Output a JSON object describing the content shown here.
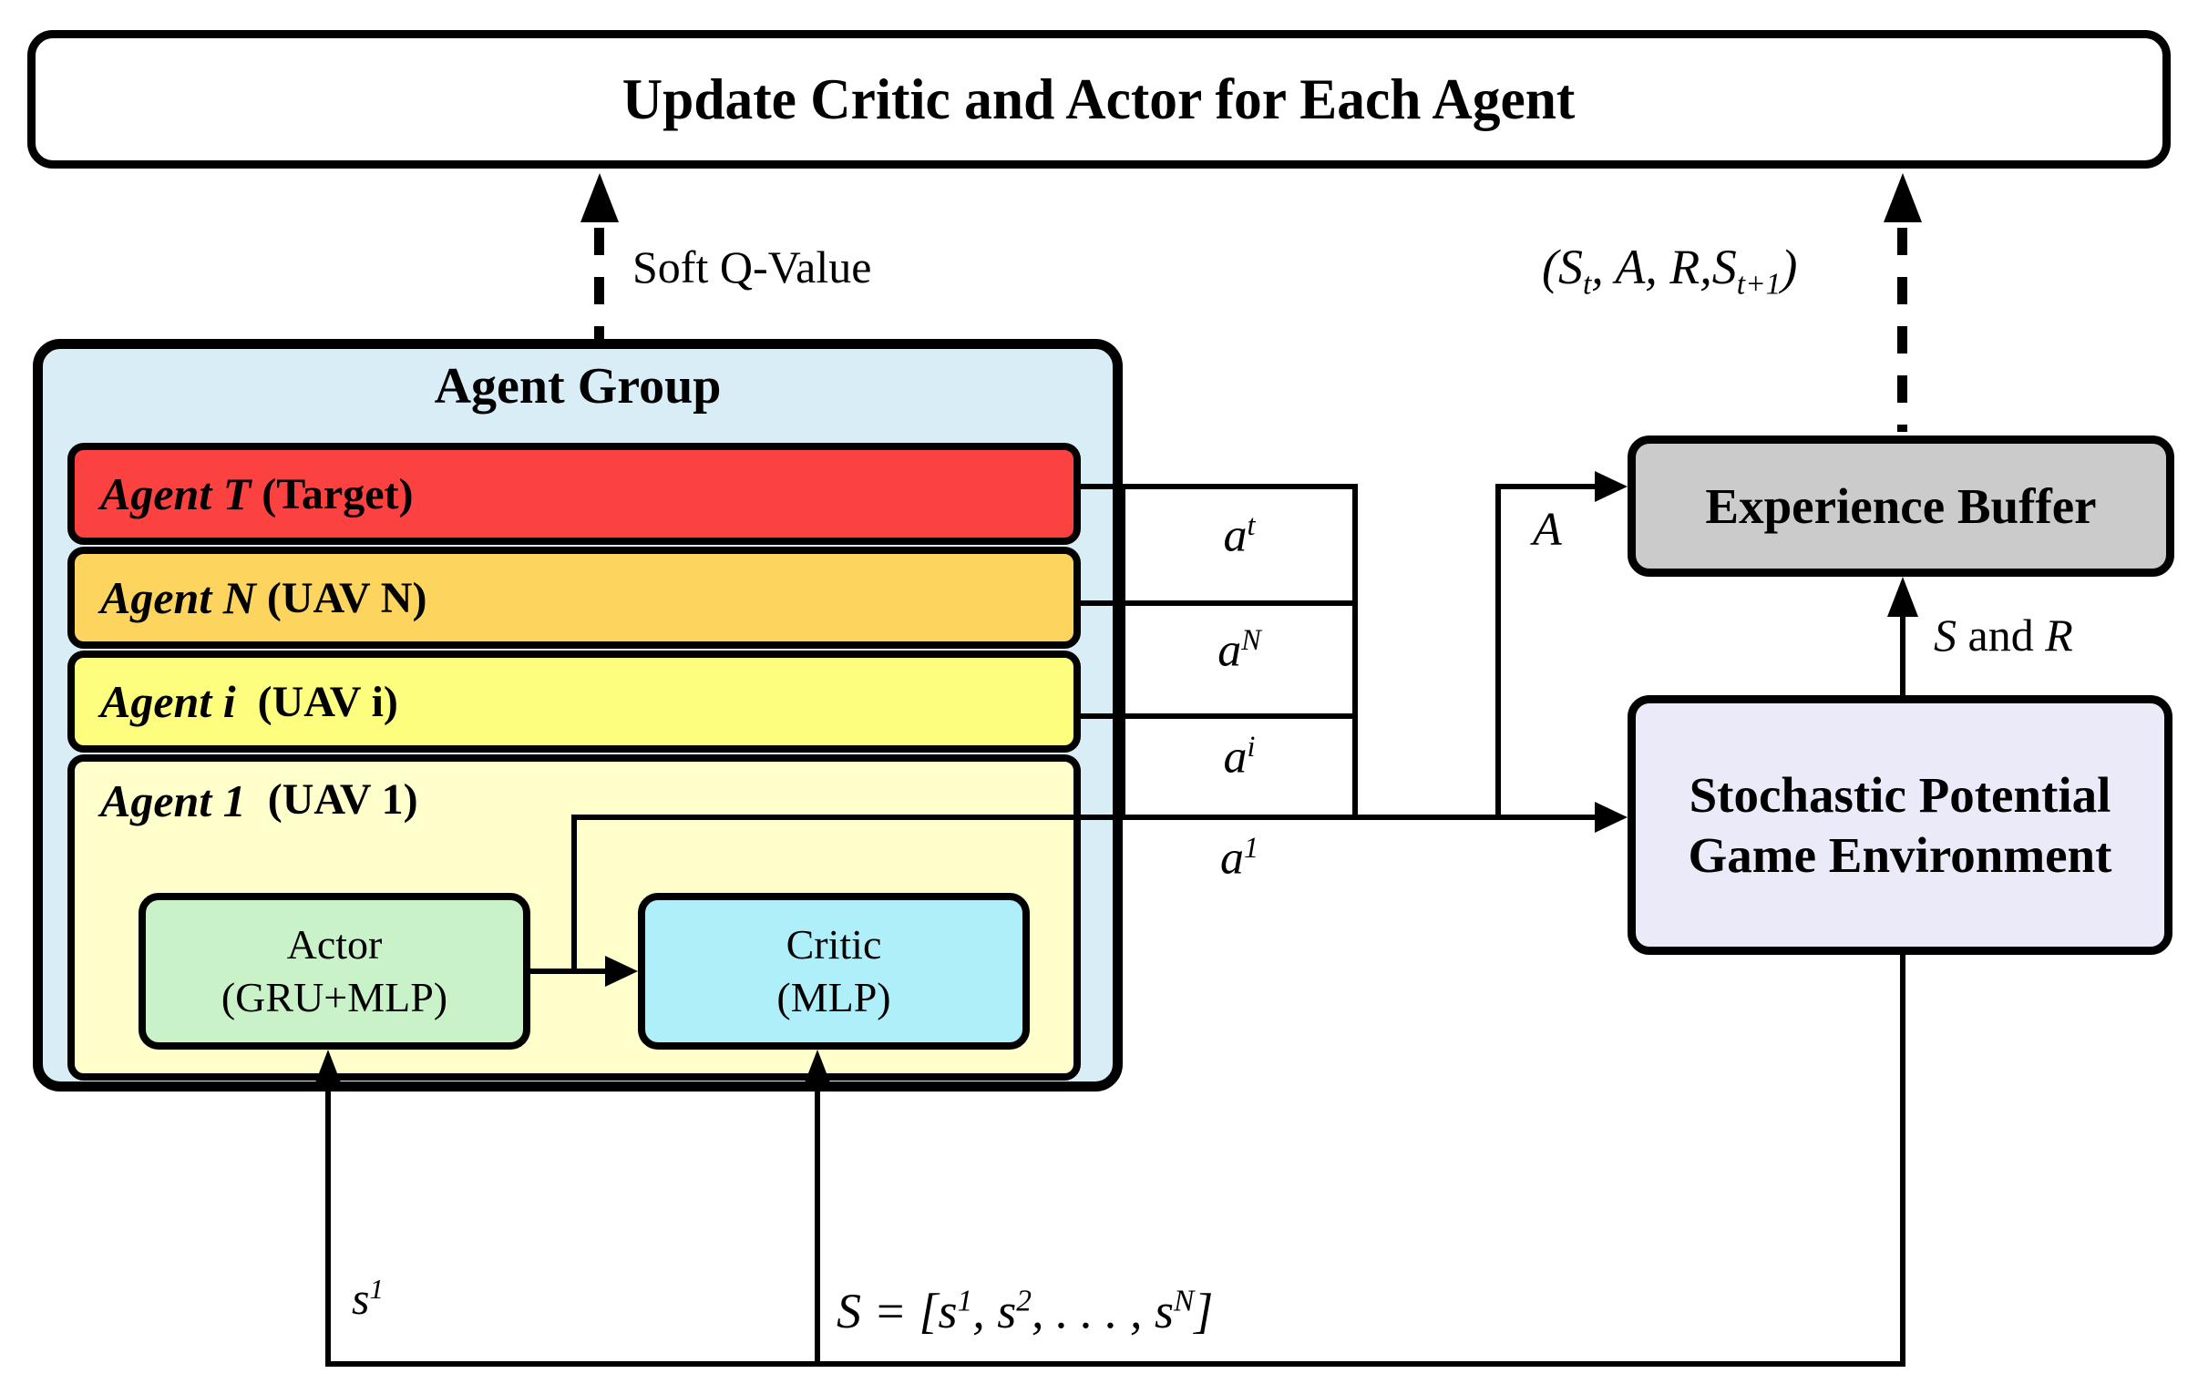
{
  "top_banner": {
    "label": "Update Critic and Actor for Each Agent"
  },
  "arrows": {
    "soft_q_label": "Soft Q-Value",
    "transition_tuple": [
      [
        "t",
        "("
      ],
      [
        "t",
        "S"
      ],
      [
        "sub",
        "t"
      ],
      [
        "t",
        ", A, R,"
      ],
      [
        "t",
        "S"
      ],
      [
        "sub",
        "t+1"
      ],
      [
        "t",
        ")"
      ]
    ],
    "joint_action_label": "A",
    "s_and_r": [
      [
        "t",
        "S"
      ],
      [
        "up",
        " and "
      ],
      [
        "t",
        "R"
      ]
    ]
  },
  "agent_group": {
    "title": "Agent Group",
    "background": "#d9edf7",
    "agents": [
      {
        "name": "Agent T",
        "role": " (Target)",
        "color": "#fc4141"
      },
      {
        "name": "Agent N",
        "role": " (UAV N)",
        "color": "#fcd45e"
      },
      {
        "name": "Agent i",
        "role": "  (UAV i)",
        "color": "#fdfd7e"
      },
      {
        "name": "Agent 1",
        "role": "  (UAV 1)",
        "color": "#ffffcc"
      }
    ],
    "actor": {
      "line1": "Actor",
      "line2": "(GRU+MLP)",
      "color": "#c9f2c9"
    },
    "critic": {
      "line1": "Critic",
      "line2": "(MLP)",
      "color": "#aeeffa"
    }
  },
  "action_labels": {
    "a_t": [
      [
        "t",
        "a"
      ],
      [
        "sup",
        "t"
      ]
    ],
    "a_N": [
      [
        "t",
        "a"
      ],
      [
        "sup",
        "N"
      ]
    ],
    "a_i": [
      [
        "t",
        "a"
      ],
      [
        "sup",
        "i"
      ]
    ],
    "a_1": [
      [
        "t",
        "a"
      ],
      [
        "sup",
        "1"
      ]
    ]
  },
  "buffer": {
    "label": "Experience Buffer",
    "color": "#cbcbcb"
  },
  "environment": {
    "line1": "Stochastic Potential",
    "line2": "Game Environment",
    "color": "#eaeaf9"
  },
  "state_labels": {
    "s_1": [
      [
        "t",
        "s"
      ],
      [
        "sup",
        "1"
      ]
    ],
    "s_vector": [
      [
        "t",
        "S = ["
      ],
      [
        "t",
        "s"
      ],
      [
        "sup",
        "1"
      ],
      [
        "t",
        ", "
      ],
      [
        "t",
        "s"
      ],
      [
        "sup",
        "2"
      ],
      [
        "t",
        ", . . . , "
      ],
      [
        "t",
        "s"
      ],
      [
        "sup",
        "N"
      ],
      [
        "t",
        "]"
      ]
    ]
  }
}
